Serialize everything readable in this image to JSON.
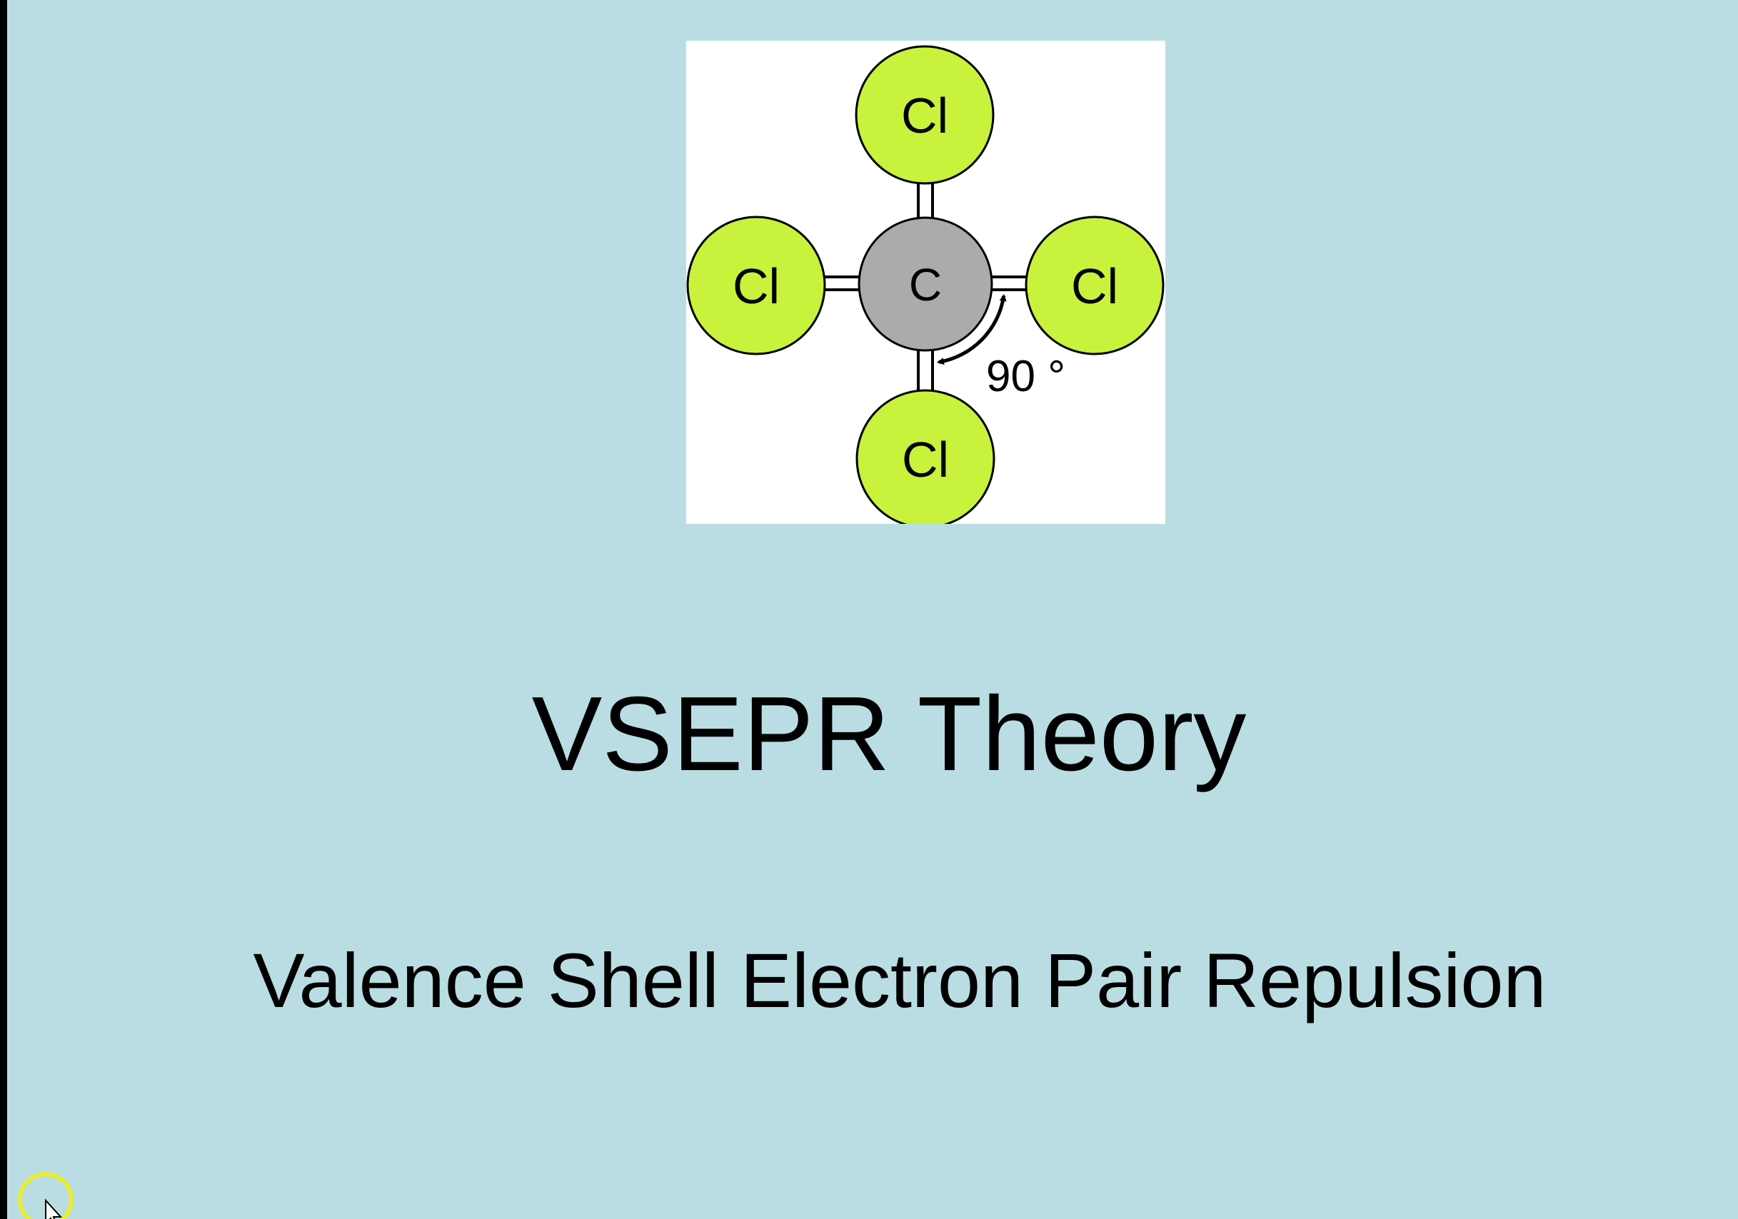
{
  "slide": {
    "title": "VSEPR Theory",
    "subtitle": "Valence Shell Electron Pair Repulsion",
    "background_color": "#b9dde3",
    "text_color": "#000000"
  },
  "molecule": {
    "canvas_color": "#ffffff",
    "center_atom": {
      "label": "C",
      "fill_color": "#ababab"
    },
    "outer_atom_color": "#c8f23c",
    "outer_atoms": [
      {
        "position": "top",
        "label": "Cl"
      },
      {
        "position": "left",
        "label": "Cl"
      },
      {
        "position": "right",
        "label": "Cl"
      },
      {
        "position": "bottom",
        "label": "Cl"
      }
    ],
    "angle_label": "90 °"
  },
  "cursor": {
    "highlight_ring_color": "#e8ee2e",
    "arrow_fill": "#ffffff",
    "arrow_outline": "#000000"
  }
}
